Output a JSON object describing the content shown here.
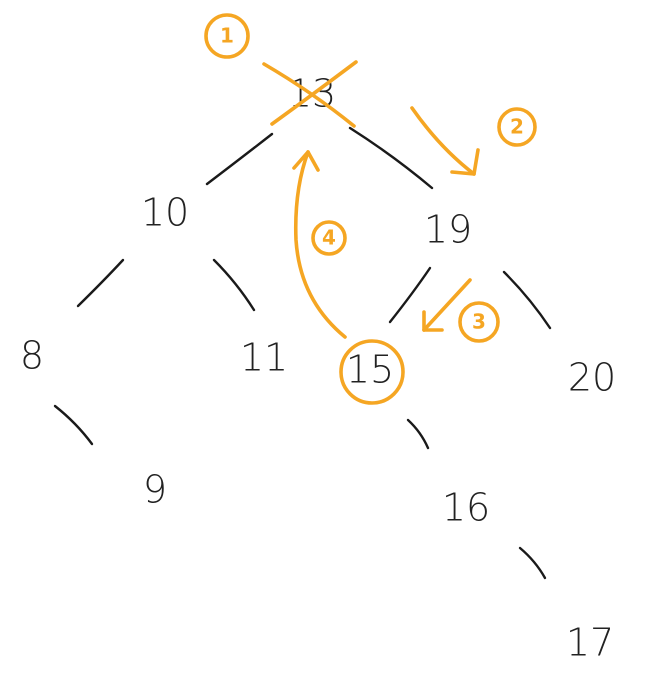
{
  "colors": {
    "ink": "#1a1a1a",
    "highlight": "#F5A623",
    "background": "#ffffff"
  },
  "tree": {
    "nodes": [
      {
        "id": "n13",
        "label": "13"
      },
      {
        "id": "n10",
        "label": "10"
      },
      {
        "id": "n19",
        "label": "19"
      },
      {
        "id": "n8",
        "label": "8"
      },
      {
        "id": "n11",
        "label": "11"
      },
      {
        "id": "n15",
        "label": "15"
      },
      {
        "id": "n20",
        "label": "20"
      },
      {
        "id": "n9",
        "label": "9"
      },
      {
        "id": "n16",
        "label": "16"
      },
      {
        "id": "n17",
        "label": "17"
      }
    ],
    "edges": [
      [
        "n13",
        "n10"
      ],
      [
        "n13",
        "n19"
      ],
      [
        "n10",
        "n8"
      ],
      [
        "n10",
        "n11"
      ],
      [
        "n19",
        "n15"
      ],
      [
        "n19",
        "n20"
      ],
      [
        "n8",
        "n9"
      ],
      [
        "n15",
        "n16"
      ],
      [
        "n16",
        "n17"
      ]
    ]
  },
  "annotations": {
    "deleted_node": "n13",
    "circled_node": "n15",
    "steps": [
      {
        "id": "step1",
        "label": "1"
      },
      {
        "id": "step2",
        "label": "2"
      },
      {
        "id": "step3",
        "label": "3"
      },
      {
        "id": "step4",
        "label": "4"
      }
    ]
  }
}
